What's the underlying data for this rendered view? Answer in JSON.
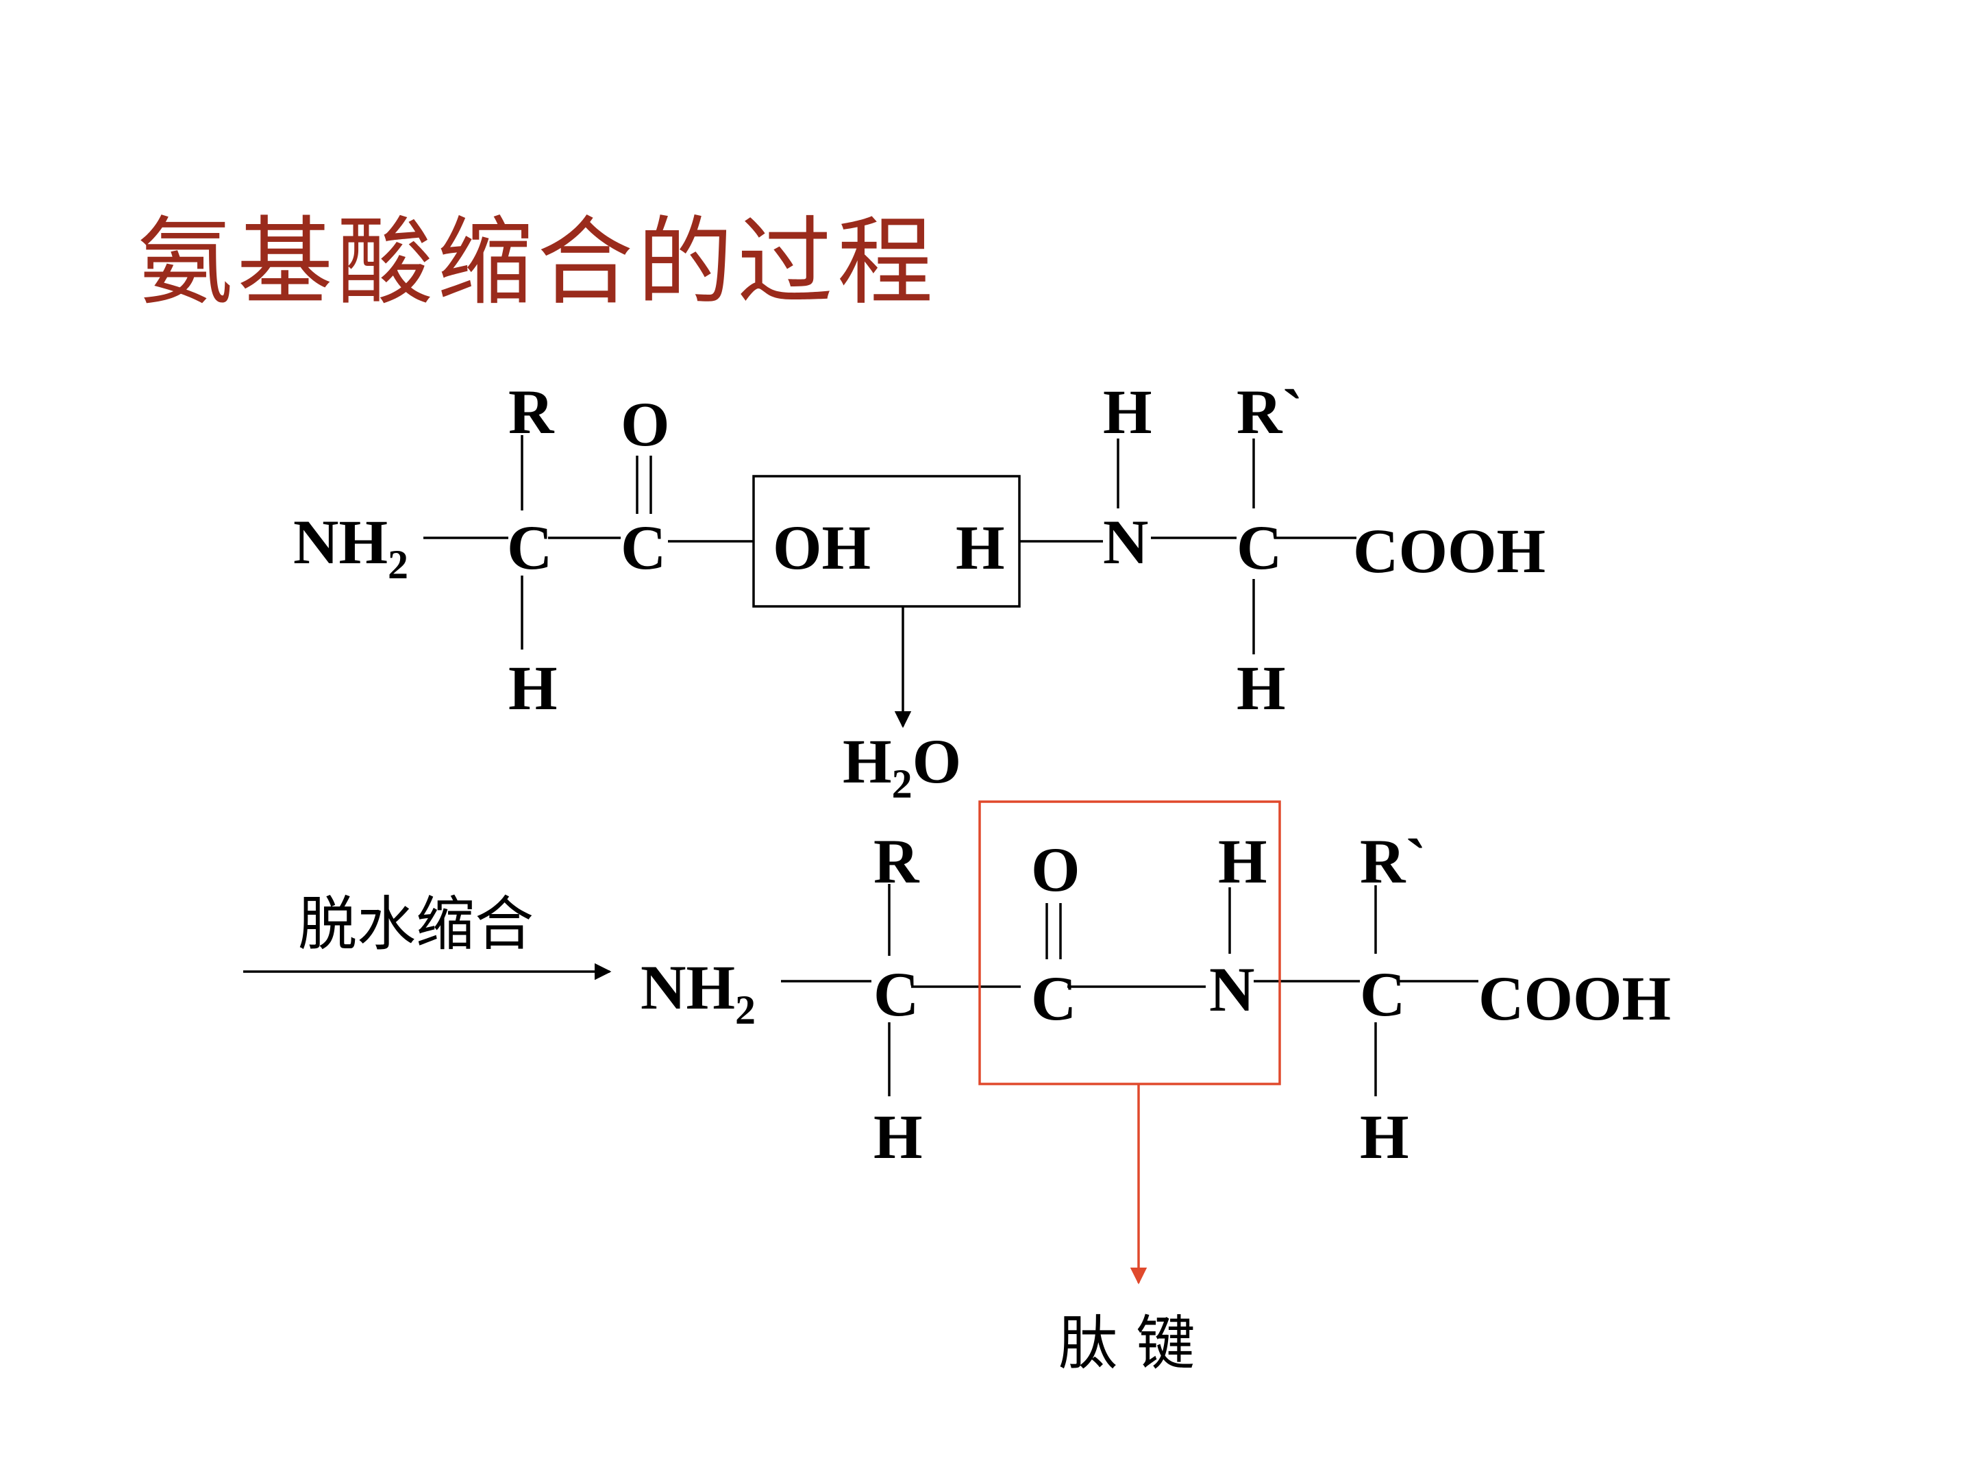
{
  "title": "氨基酸缩合的过程",
  "colors": {
    "title": "#9a2b1c",
    "peptide_box": "#e0492c",
    "text": "#000000"
  },
  "labels": {
    "reaction": "脱水缩合",
    "peptide_bond": "肽 键"
  },
  "reactant": {
    "nh2": "NH",
    "nh2_sub": "2",
    "c1": "C",
    "r": "R",
    "h_below": "H",
    "c2": "C",
    "o": "O",
    "oh": "OH",
    "h_removed": "H",
    "n": "N",
    "h_on_n": "H",
    "c3": "C",
    "r_prime": "R`",
    "h_below2": "H",
    "cooh": "COOH"
  },
  "water": {
    "h": "H",
    "sub": "2",
    "o": "O"
  },
  "product": {
    "nh2": "NH",
    "nh2_sub": "2",
    "c1": "C",
    "r": "R",
    "h_below": "H",
    "c2": "C",
    "o": "O",
    "n": "N",
    "h_on_n": "H",
    "c3": "C",
    "r_prime": "R`",
    "h_below2": "H",
    "cooh": "COOH"
  }
}
